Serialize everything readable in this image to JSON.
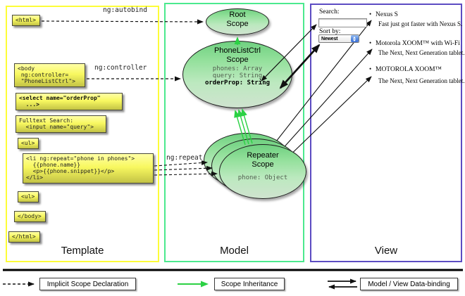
{
  "template_panel": {
    "label": "Template",
    "boxes": {
      "html_open": "<html>",
      "body_open": "<body\n ng:controller=\n \"PhoneListCtrl\">",
      "select": "<select name=\"orderProp\"\n  ...>",
      "fulltext": "Fulltext Search:\n  <input name=\"query\">",
      "ul_open": "<ul>",
      "li_repeat": "<li ng:repeat=\"phone in phones\">\n  {{phone.name}}\n  <p>{{phone.snippet}}</p>\n</li>",
      "ul_close": "<ul>",
      "body_close": "</body>",
      "html_close": "</html>"
    },
    "arrow_labels": {
      "autobind": "ng:autobind",
      "controller": "ng:controller",
      "repeat": "ng:repeat"
    }
  },
  "model_panel": {
    "label": "Model",
    "root_scope": {
      "title": "Root\nScope"
    },
    "phonelistctrl_scope": {
      "title": "PhoneListCtrl\nScope",
      "props": "phones: Array\nquery: String",
      "bold_prop": "orderProp: String"
    },
    "repeater_scope": {
      "title": "Repeater\nScope",
      "prop": "phone: Object"
    }
  },
  "view_panel": {
    "label": "View",
    "search_label": "Search:",
    "search_value": "",
    "sort_label": "Sort by:",
    "sort_value": "Newest",
    "bullet": "•",
    "items": [
      {
        "title": "Nexus S",
        "desc": "Fast just got faster with Nexus S."
      },
      {
        "title": "Motorola XOOM™ with Wi-Fi",
        "desc": "The Next, Next Generation tablet."
      },
      {
        "title": "MOTOROLA XOOM™",
        "desc": "The Next, Next Generation tablet."
      }
    ]
  },
  "legend": {
    "implicit": "Implicit Scope Declaration",
    "inheritance": "Scope Inheritance",
    "binding": "Model / View Data-binding"
  },
  "colors": {
    "template_border": "#fdfd38",
    "model_border": "#4be98e",
    "view_border": "#5c4cc2",
    "codebox_yellow": "#f8f860",
    "scope_green": "#93e09b",
    "inheritance_arrow_green": "#2bd144",
    "arrow_black": "#111111"
  }
}
